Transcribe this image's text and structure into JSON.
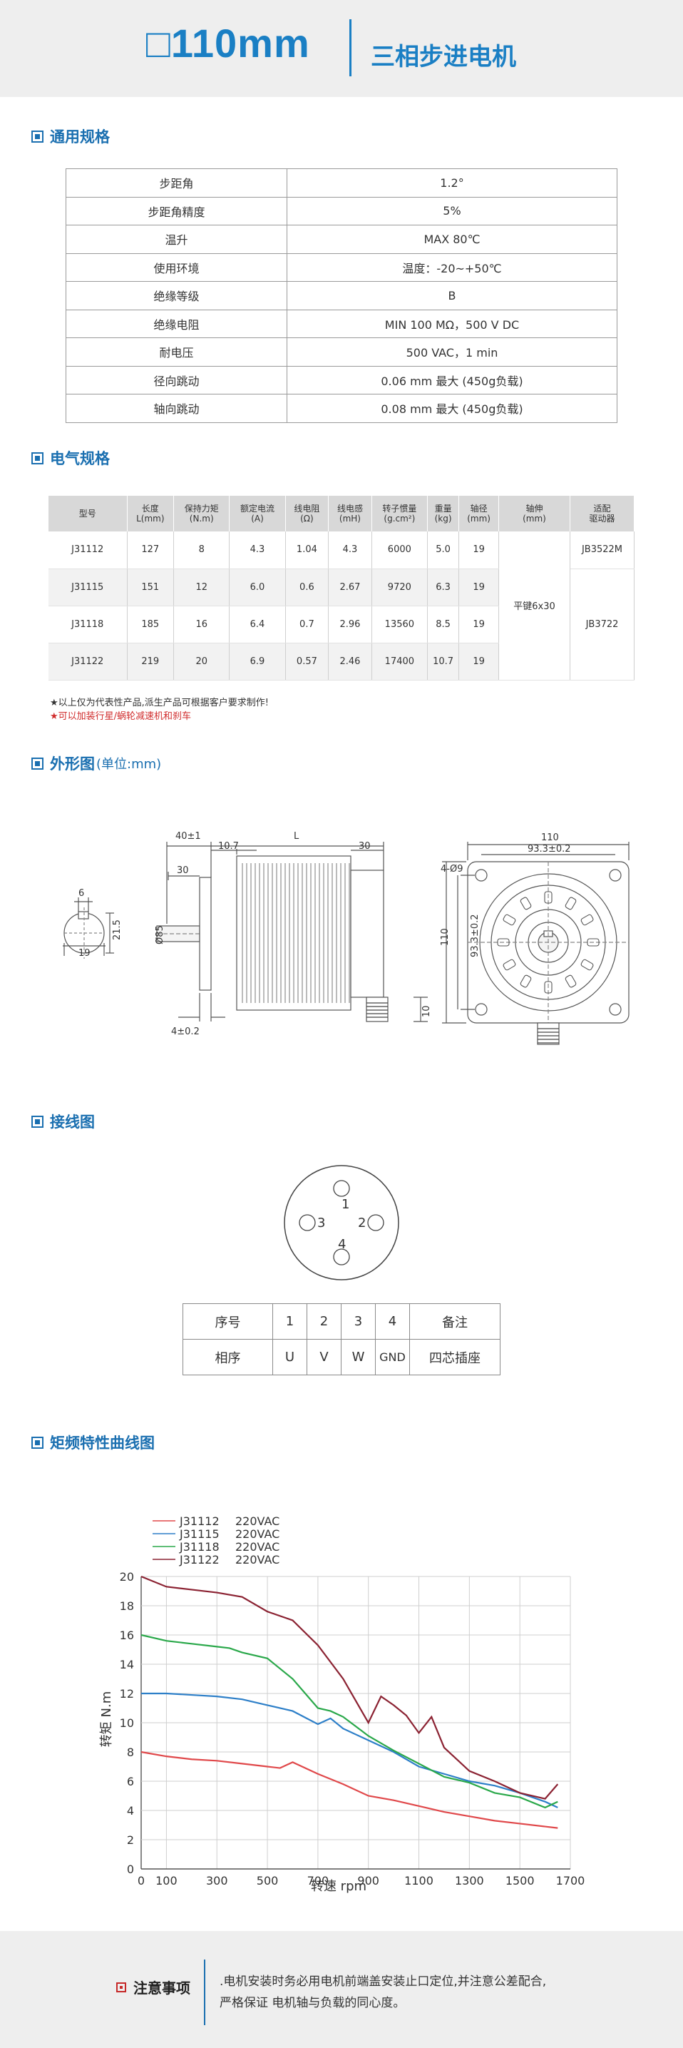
{
  "header": {
    "model": "□110mm",
    "title": "三相步进电机"
  },
  "sections": {
    "general": "通用规格",
    "electrical": "电气规格",
    "outline": "外形图",
    "outline_unit": "(单位:mm)",
    "wiring": "接线图",
    "torque": "矩频特性曲线图"
  },
  "general_specs": [
    {
      "label": "步距角",
      "value": "1.2°"
    },
    {
      "label": "步距角精度",
      "value": "5%"
    },
    {
      "label": "温升",
      "value": "MAX 80℃"
    },
    {
      "label": "使用环境",
      "value": "温度：-20~+50℃"
    },
    {
      "label": "绝缘等级",
      "value": "B"
    },
    {
      "label": "绝缘电阻",
      "value": "MIN 100 MΩ，500 V DC"
    },
    {
      "label": "耐电压",
      "value": "500 VAC，1 min"
    },
    {
      "label": "径向跳动",
      "value": "0.06 mm 最大 (450g负载)"
    },
    {
      "label": "轴向跳动",
      "value": "0.08 mm 最大 (450g负载)"
    }
  ],
  "electrical": {
    "headers": [
      [
        "型号",
        ""
      ],
      [
        "长度",
        "L(mm)"
      ],
      [
        "保持力矩",
        "(N.m)"
      ],
      [
        "额定电流",
        "(A)"
      ],
      [
        "线电阻",
        "(Ω)"
      ],
      [
        "线电感",
        "(mH)"
      ],
      [
        "转子惯量",
        "(g.cm²)"
      ],
      [
        "重量",
        "(kg)"
      ],
      [
        "轴径",
        "(mm)"
      ],
      [
        "轴伸",
        "(mm)"
      ],
      [
        "适配",
        "驱动器"
      ]
    ],
    "rows": [
      [
        "J31112",
        "127",
        "8",
        "4.3",
        "1.04",
        "4.3",
        "6000",
        "5.0",
        "19"
      ],
      [
        "J31115",
        "151",
        "12",
        "6.0",
        "0.6",
        "2.67",
        "9720",
        "6.3",
        "19"
      ],
      [
        "J31118",
        "185",
        "16",
        "6.4",
        "0.7",
        "2.96",
        "13560",
        "8.5",
        "19"
      ],
      [
        "J31122",
        "219",
        "20",
        "6.9",
        "0.57",
        "2.46",
        "17400",
        "10.7",
        "19"
      ]
    ],
    "shaft_ext": "平键6x30",
    "driver_1": "JB3522M",
    "driver_2": "JB3722",
    "note_1": "★以上仅为代表性产品,派生产品可根据客户要求制作!",
    "note_2": "★可以加装行星/蜗轮减速机和刹车"
  },
  "outline": {
    "dim_40": "40±1",
    "dim_L": "L",
    "dim_10_7": "10.7",
    "dim_30": "30",
    "dim_30b": "30",
    "dim_6": "6",
    "dim_21_5": "21.5",
    "dim_d85": "Ø85",
    "dim_19": "19",
    "dim_4": "4±0.2",
    "dim_10": "10",
    "dim_110": "110",
    "dim_93_top": "93.3±0.2",
    "dim_4_d9": "4-Ø9",
    "dim_110_v": "110",
    "dim_93_v": "93.3±0.2"
  },
  "wiring": {
    "pins": [
      "1",
      "2",
      "3",
      "4"
    ],
    "table": {
      "header": [
        "序号",
        "1",
        "2",
        "3",
        "4",
        "备注"
      ],
      "row": [
        "相序",
        "U",
        "V",
        "W",
        "GND",
        "四芯插座"
      ]
    }
  },
  "chart_data": {
    "type": "line",
    "xlabel": "转速 rpm",
    "ylabel": "转矩 N.m",
    "xlim": [
      0,
      1700
    ],
    "ylim": [
      0,
      20
    ],
    "x_ticks": [
      0,
      100,
      300,
      500,
      700,
      900,
      1100,
      1300,
      1500,
      1700
    ],
    "y_ticks": [
      0,
      2,
      4,
      6,
      8,
      10,
      12,
      14,
      16,
      18,
      20
    ],
    "grid": true,
    "legend": "top-left",
    "series": [
      {
        "name": "J31112",
        "voltage": "220VAC",
        "color": "#e0484a",
        "x": [
          0,
          100,
          200,
          300,
          400,
          500,
          550,
          600,
          700,
          800,
          900,
          1000,
          1100,
          1200,
          1300,
          1400,
          1500,
          1600,
          1650
        ],
        "y": [
          8.0,
          7.7,
          7.5,
          7.4,
          7.2,
          7.0,
          6.9,
          7.3,
          6.5,
          5.8,
          5.0,
          4.7,
          4.3,
          3.9,
          3.6,
          3.3,
          3.1,
          2.9,
          2.8
        ]
      },
      {
        "name": "J31115",
        "voltage": "220VAC",
        "color": "#2d7fc8",
        "x": [
          0,
          100,
          200,
          300,
          400,
          500,
          600,
          700,
          750,
          800,
          900,
          1000,
          1100,
          1200,
          1300,
          1400,
          1500,
          1600,
          1650
        ],
        "y": [
          12.0,
          12.0,
          11.9,
          11.8,
          11.6,
          11.2,
          10.8,
          9.9,
          10.3,
          9.6,
          8.8,
          8.0,
          7.0,
          6.5,
          6.0,
          5.7,
          5.2,
          4.6,
          4.2
        ]
      },
      {
        "name": "J31118",
        "voltage": "220VAC",
        "color": "#2aa84a",
        "x": [
          0,
          100,
          200,
          300,
          350,
          400,
          500,
          600,
          700,
          750,
          800,
          900,
          1000,
          1100,
          1200,
          1300,
          1400,
          1500,
          1600,
          1650
        ],
        "y": [
          16.0,
          15.6,
          15.4,
          15.2,
          15.1,
          14.8,
          14.4,
          13.0,
          11.0,
          10.8,
          10.4,
          9.1,
          8.1,
          7.2,
          6.3,
          5.9,
          5.2,
          4.9,
          4.2,
          4.6
        ]
      },
      {
        "name": "J31122",
        "voltage": "220VAC",
        "color": "#8b2232",
        "x": [
          0,
          100,
          200,
          300,
          400,
          500,
          600,
          700,
          800,
          900,
          950,
          1000,
          1050,
          1100,
          1150,
          1200,
          1300,
          1400,
          1500,
          1600,
          1650
        ],
        "y": [
          20.0,
          19.3,
          19.1,
          18.9,
          18.6,
          17.6,
          17.0,
          15.3,
          13.0,
          10.0,
          11.8,
          11.2,
          10.5,
          9.3,
          10.4,
          8.3,
          6.7,
          6.0,
          5.2,
          4.8,
          5.8
        ]
      }
    ]
  },
  "footer": {
    "label": "注意事项",
    "line1": ".电机安装时务必用电机前端盖安装止口定位,并注意公差配合,",
    "line2": "严格保证 电机轴与负载的同心度。"
  }
}
